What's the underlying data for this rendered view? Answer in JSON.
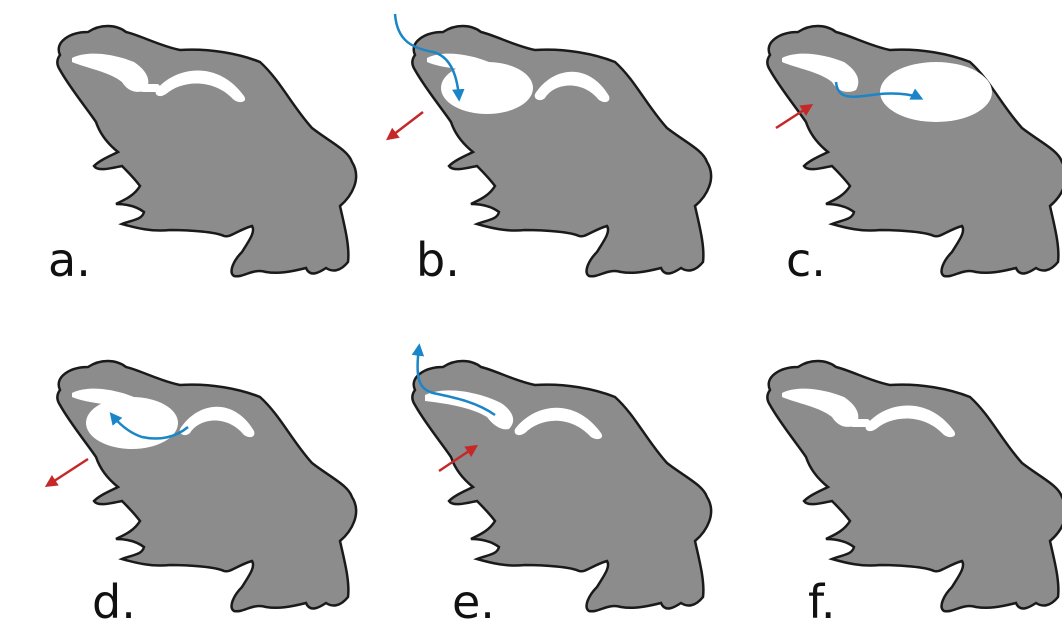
{
  "colors": {
    "body": "#8c8c8c",
    "outline": "#1a1a1a",
    "cavity": "#ffffff",
    "air_flow": "#1a86c8",
    "muscle_action": "#c62828"
  },
  "panels": [
    {
      "label": "a.",
      "cavity_state": "rest",
      "air_flow": "none",
      "muscle_arrow": "none"
    },
    {
      "label": "b.",
      "cavity_state": "buccal-expanded",
      "air_flow": "in-through-nostril",
      "muscle_arrow": "throat-lowering"
    },
    {
      "label": "c.",
      "cavity_state": "lungs-filling",
      "air_flow": "buccal-to-lungs",
      "muscle_arrow": "throat-raising"
    },
    {
      "label": "d.",
      "cavity_state": "buccal-expanded",
      "air_flow": "lungs-to-buccal",
      "muscle_arrow": "throat-lowering"
    },
    {
      "label": "e.",
      "cavity_state": "buccal-compressed",
      "air_flow": "out-through-nostril",
      "muscle_arrow": "throat-raising"
    },
    {
      "label": "f.",
      "cavity_state": "rest",
      "air_flow": "none",
      "muscle_arrow": "none"
    }
  ]
}
